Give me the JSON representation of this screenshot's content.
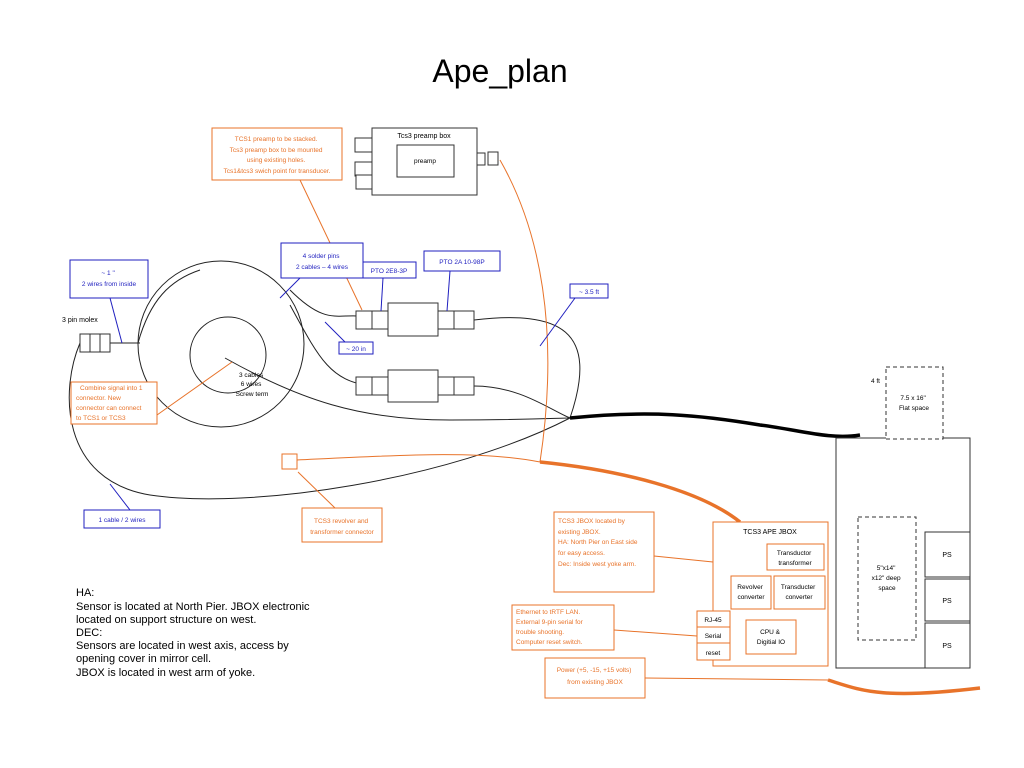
{
  "title": "Ape_plan",
  "labels": {
    "preamp_note": [
      "TCS1 preamp to be stacked.",
      "Tcs3 preamp box to be mounted",
      "using existing holes.",
      "Tcs1&tcs3 swich point for transducer."
    ],
    "preamp_box": "Tcs3 preamp box",
    "preamp": "preamp",
    "solder_pins": [
      "4 solder pins",
      "2 cables – 4 wires"
    ],
    "pto_2e8": "PTO 2E8-3P",
    "pto_2a": "PTO 2A 10-98P",
    "len_35": "~ 3.5 ft",
    "len_20": "~ 20 in",
    "one_inch": [
      "~ 1 \"",
      "2 wires from inside"
    ],
    "molex": "3 pin molex",
    "combine": [
      "Combine signal into 1",
      "connector. New",
      "connector can connect",
      "to TCS1 or TCS3"
    ],
    "cables_term": [
      "3 cables",
      "6 wires",
      "Screw term"
    ],
    "one_cable": "1 cable / 2 wires",
    "revolver_conn": [
      "TCS3 revolver and",
      "transformer connector"
    ],
    "four_ft": "4 ft",
    "flat_space": [
      "7.5 x 16\"",
      "Flat space"
    ],
    "deep_space": [
      "5\"x14\"",
      "x12\" deep",
      "space"
    ],
    "ps": [
      "PS",
      "PS",
      "PS"
    ],
    "jbox_title": "TCS3 APE JBOX",
    "transductor": [
      "Transductor",
      "transformer"
    ],
    "revolver": [
      "Revolver",
      "converter"
    ],
    "transducter": [
      "Transducter",
      "converter"
    ],
    "cpu": [
      "CPU &",
      "Digitial IO"
    ],
    "ports": [
      "RJ-45",
      "Serial",
      "reset"
    ],
    "jbox_note": [
      "TCS3 JBOX located by",
      "existing JBOX.",
      "HA: North Pier on East side",
      "for easy access.",
      "Dec: Inside west yoke arm."
    ],
    "ethernet_note": [
      "Ethernet to tRTF LAN.",
      "External 9-pin serial for",
      "trouble shooting.",
      "Computer reset switch."
    ],
    "power_note": [
      "Power (+5, -15, +15 volts)",
      "from existing JBOX"
    ]
  },
  "notes": [
    "HA:",
    "Sensor is located at North Pier. JBOX electronic",
    "located on support structure on west.",
    "DEC:",
    "Sensors are located in west axis, access by",
    "opening cover in mirror cell.",
    "JBOX is located in west arm of yoke."
  ],
  "colors": {
    "blue": "#1f1fbf",
    "orange": "#e8732a",
    "black": "#000000"
  }
}
